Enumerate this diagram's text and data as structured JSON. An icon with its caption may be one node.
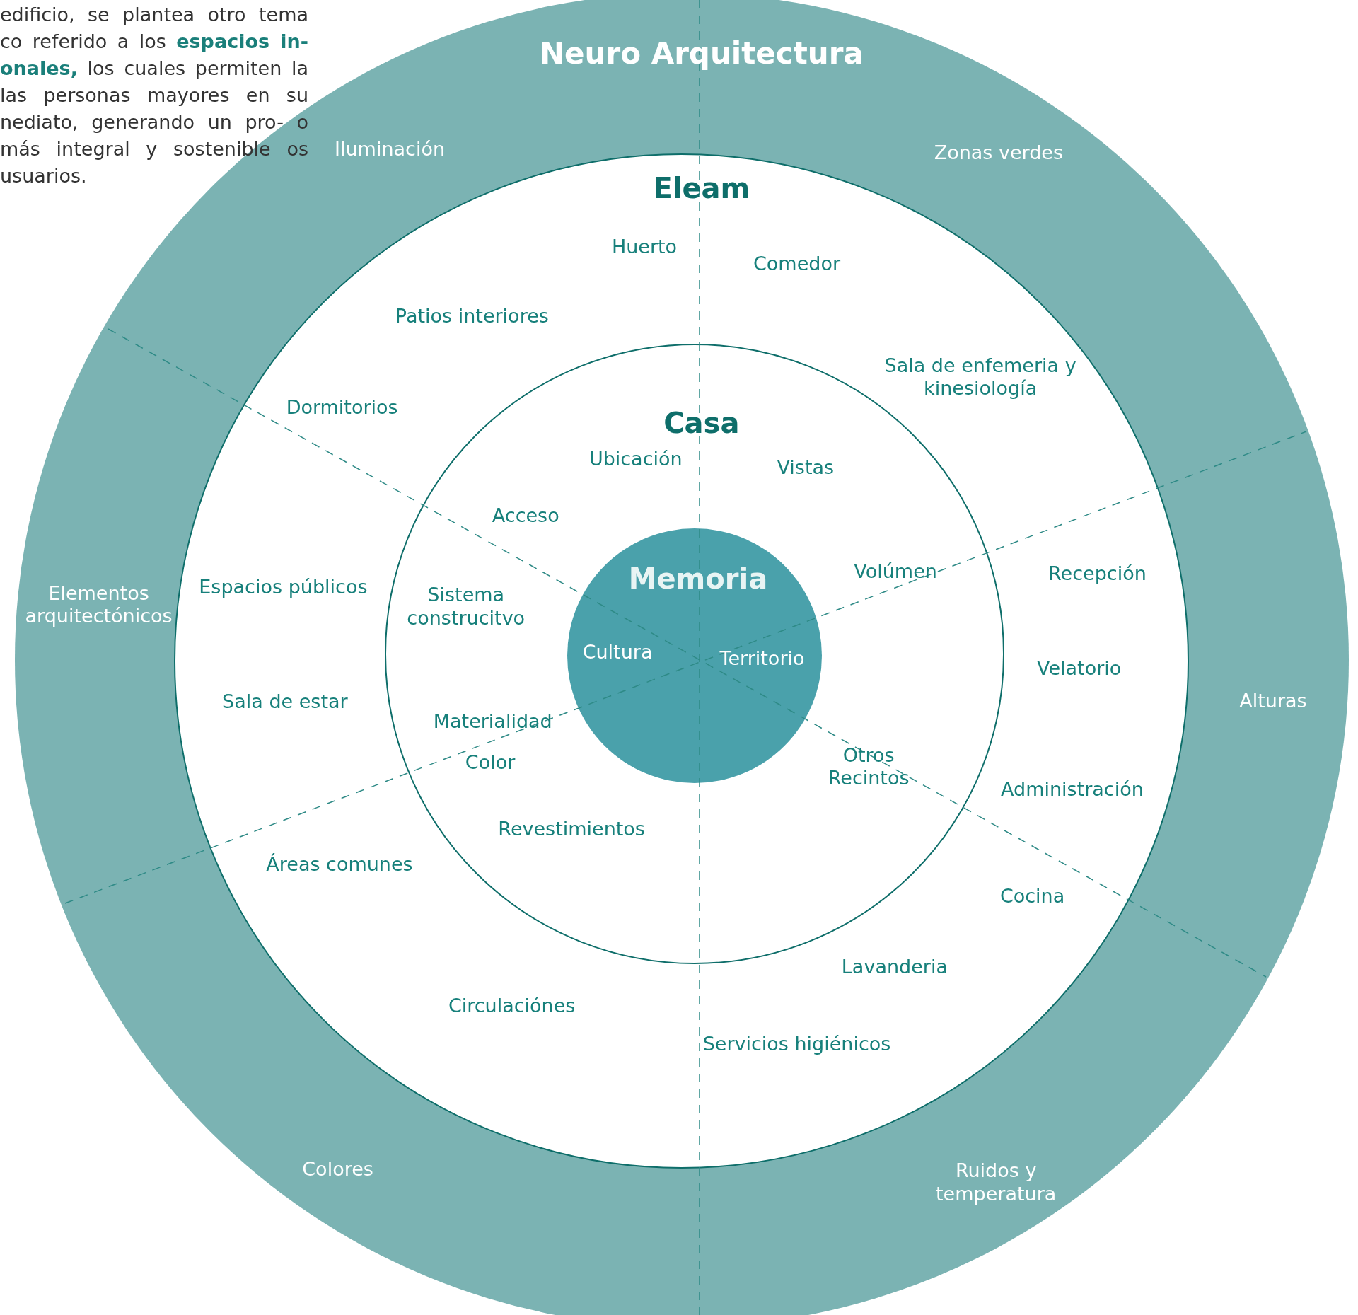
{
  "diagram": {
    "nodes": [
      {
        "text": [
          "Neuro Arquitectura",
          "Iluminación",
          "Zonas verdes",
          "Elementos arquitectónicos",
          "Alturas",
          "Colores",
          "Ruidos y temperatura"
        ]
      },
      {
        "text": [
          "Eleam",
          "Huerto",
          "Comedor",
          "Patios  interiores",
          "Sala de enfemeria y kinesiología",
          "Dormitorios",
          "Espacios públicos",
          "Recepción",
          "Velatorio",
          "Sala de estar",
          "Administración",
          "Áreas comunes",
          "Cocina",
          "Lavanderia",
          "Circulaciónes",
          "Servicios higiénicos"
        ],
        "in": 0
      },
      {
        "text": [
          "Casa",
          "Ubicación",
          "Vistas",
          "Acceso",
          "Volúmen",
          "Sistema construcitvo",
          "Materialidad",
          "Color",
          "Otros Recintos",
          "Revestimientos"
        ],
        "in": 1
      },
      {
        "text": [
          "Memoria",
          "Cultura",
          "Territorio"
        ],
        "in": 2
      }
    ],
    "labels": [
      "edificio, se plantea otro tema co referido a los **espacios in- onales,** los cuales permiten la las personas mayores en su nediato, generando un pro- o más integral y sostenible os usuarios."
    ]
  }
}
